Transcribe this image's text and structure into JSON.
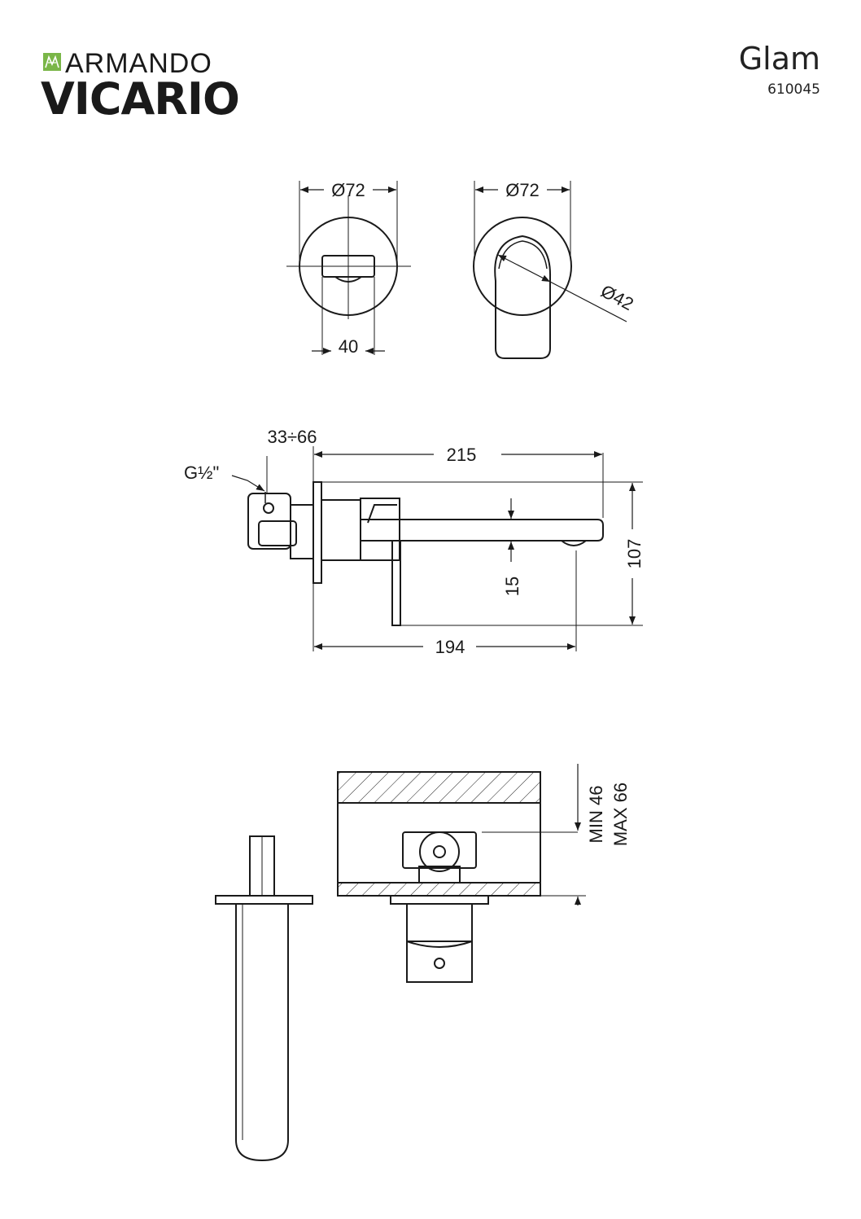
{
  "brand": {
    "line1": "ARMANDO",
    "line2": "VICARIO",
    "accent_color": "#7ab648"
  },
  "product": {
    "name": "Glam",
    "code": "610045"
  },
  "dimensions": {
    "front_body_diameter": "Ø72",
    "front_lever_width": "40",
    "front_spout_plate_diameter": "Ø72",
    "front_spout_diameter": "Ø42",
    "side_connection": "G½\"",
    "side_wall_range": "33÷66",
    "side_total_length": "215",
    "side_height": "107",
    "side_outlet_offset": "15",
    "side_projection": "194",
    "depth_min": "MIN 46",
    "depth_max": "MAX 66"
  }
}
